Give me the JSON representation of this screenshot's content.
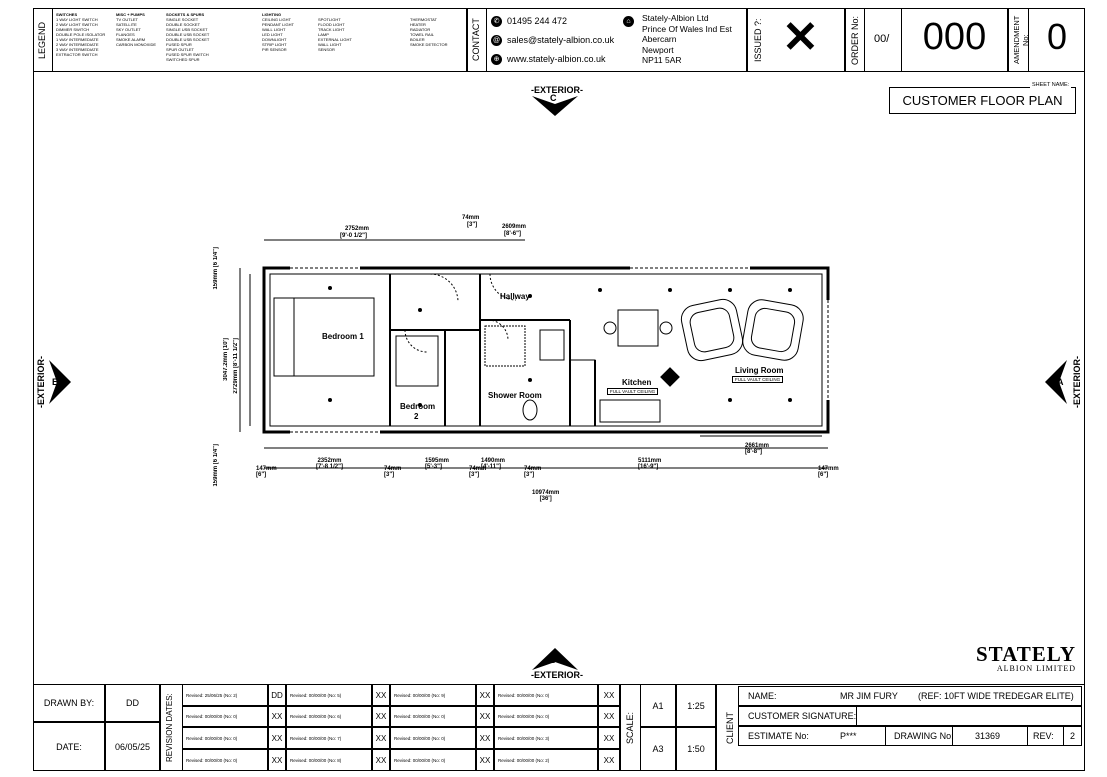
{
  "legend": {
    "title": "LEGEND",
    "col1_title": "SWITCHES",
    "col1_items": [
      "1 WAY LIGHT SWITCH",
      "2 WAY LIGHT SWITCH",
      "DIMMER SWITCH",
      "DOUBLE POLE ISOLATOR",
      "1 WAY INTERMEDIATE",
      "2 WAY INTERMEDIATE",
      "3 WAY INTERMEDIATE",
      "EXTRACTOR SWITCH"
    ],
    "col2_title": "MISC + PUMPS",
    "col2_items": [
      "TV OUTLET",
      "SATELLITE",
      "SKY OUTLET",
      "FLANGES",
      "SMOKE ALARM",
      "CARBON MONOXIDE"
    ],
    "col3_title": "SOCKETS & SPURS",
    "col3_items": [
      "SINGLE SOCKET",
      "DOUBLE SOCKET",
      "SINGLE USB SOCKET",
      "DOUBLE USB SOCKET",
      "DOUBLE USB SOCKET",
      "FUSED SPUR",
      "SPUR OUTLET",
      "FUSED SPUR SWITCH",
      "SWITCHED SPUR"
    ],
    "col4_title": "LIGHTING",
    "col4_items": [
      "CEILING LIGHT",
      "PENDANT LIGHT",
      "WALL LIGHT",
      "LED LIGHT",
      "DOWNLIGHT",
      "STRIP LIGHT",
      "PIR SENSOR"
    ],
    "col5_items": [
      "SPOTLIGHT",
      "FLOOD LIGHT",
      "TRACK LIGHT",
      "LAMP",
      "EXTERNAL LIGHT",
      "WALL LIGHT",
      "SENSOR"
    ],
    "col6_items": [
      "THERMOSTAT",
      "HEATER",
      "RADIATOR",
      "TOWEL RAIL",
      "BOILER",
      "SMOKE DETECTOR"
    ]
  },
  "contact": {
    "title": "CONTACT",
    "phone": "01495 244 472",
    "email": "sales@stately-albion.co.uk",
    "web": "www.stately-albion.co.uk",
    "company": "Stately-Albion Ltd",
    "address": [
      "Prince Of Wales Ind Est",
      "Abercarn",
      "Newport",
      "NP11 5AR"
    ]
  },
  "issued": {
    "label": "ISSUED ?:",
    "mark": "✕"
  },
  "order": {
    "label": "ORDER No:",
    "prefix": "00/",
    "number": "000"
  },
  "amendment": {
    "label": "AMENDMENT No:",
    "number": "0"
  },
  "sheet": {
    "name_label": "SHEET NAME:",
    "name": "CUSTOMER FLOOR PLAN"
  },
  "exterior": {
    "top": "-EXTERIOR-",
    "top_letter": "C",
    "bottom": "-EXTERIOR-",
    "bottom_letter": "D",
    "left": "-EXTERIOR-",
    "left_letter": "B",
    "right": "-EXTERIOR-",
    "right_letter": "A"
  },
  "rooms": {
    "bedroom1": "Bedroom 1",
    "bedroom2": "Bedroom",
    "bedroom2_num": "2",
    "shower": "Shower Room",
    "hallway": "Hallway",
    "kitchen": "Kitchen",
    "kitchen_tag": "FULL VAULT CEILING",
    "living": "Living Room",
    "living_tag": "FULL VAULT CEILING"
  },
  "dims": {
    "top1": "2752mm",
    "top1_imp": "[9'-0 1/2\"]",
    "top2": "74mm",
    "top2_imp": "[3\"]",
    "top3": "2609mm",
    "top3_imp": "[8'-6\"]",
    "left_a": "159mm",
    "left_a_imp": "[6 1/4\"]",
    "left_b": "3047.2mm",
    "left_b_imp": "[10']",
    "left_c": "2729mm",
    "left_c_imp": "[8'-11 1/2\"]",
    "left_d": "159mm",
    "left_d_imp": "[6 1/4\"]",
    "b1": "147mm",
    "b1_imp": "[6\"]",
    "b2": "2352mm",
    "b2_imp": "[7'-8 1/2\"]",
    "b3": "74mm",
    "b3_imp": "[3\"]",
    "b4": "1595mm",
    "b4_imp": "[5'-3\"]",
    "b5": "74mm",
    "b5_imp": "[3\"]",
    "b6": "1490mm",
    "b6_imp": "[4'-11\"]",
    "b7": "74mm",
    "b7_imp": "[3\"]",
    "b8": "5111mm",
    "b8_imp": "[16'-9\"]",
    "b9": "147mm",
    "b9_imp": "[6\"]",
    "living_w": "2661mm",
    "living_w_imp": "[8'-8\"]",
    "total": "10974mm",
    "total_imp": "[36']"
  },
  "logo": {
    "line1": "STATELY",
    "line2": "ALBION LIMITED"
  },
  "footer": {
    "drawn_by_label": "DRAWN BY:",
    "drawn_by": "DD",
    "date_label": "DATE:",
    "date": "06/05/25",
    "revision_label": "REVISION DATES:",
    "revisions": [
      [
        "Revised: 25/06/25 (No: 2)",
        "DD",
        "Revised: 00/00/00 (No: 5)",
        "XX",
        "Revised: 00/00/00 (No: 9)",
        "XX",
        "Revised: 00/00/00 (No: 0)",
        "XX"
      ],
      [
        "Revised: 00/00/00 (No: 0)",
        "XX",
        "Revised: 00/00/00 (No: 6)",
        "XX",
        "Revised: 00/00/00 (No: 0)",
        "XX",
        "Revised: 00/00/00 (No: 0)",
        "XX"
      ],
      [
        "Revised: 00/00/00 (No: 0)",
        "XX",
        "Revised: 00/00/00 (No: 7)",
        "XX",
        "Revised: 00/00/00 (No: 0)",
        "XX",
        "Revised: 00/00/00 (No: 3)",
        "XX"
      ],
      [
        "Revised: 00/00/00 (No: 0)",
        "XX",
        "Revised: 00/00/00 (No: 8)",
        "XX",
        "Revised: 00/00/00 (No: 0)",
        "XX",
        "Revised: 00/00/00 (No: 2)",
        "XX"
      ]
    ],
    "scale_label": "SCALE:",
    "a1": "A1",
    "a1_scale": "1:25",
    "a3": "A3",
    "a3_scale": "1:50",
    "client_label": "CLIENT",
    "name_label": "NAME:",
    "name": "MR JIM FURY",
    "ref": "(REF: 10FT WIDE TREDEGAR ELITE)",
    "signature_label": "CUSTOMER SIGNATURE:",
    "estimate_label": "ESTIMATE No:",
    "estimate": "P***",
    "drawing_label": "DRAWING No:",
    "drawing": "31369",
    "rev_label": "REV:",
    "rev": "2"
  }
}
